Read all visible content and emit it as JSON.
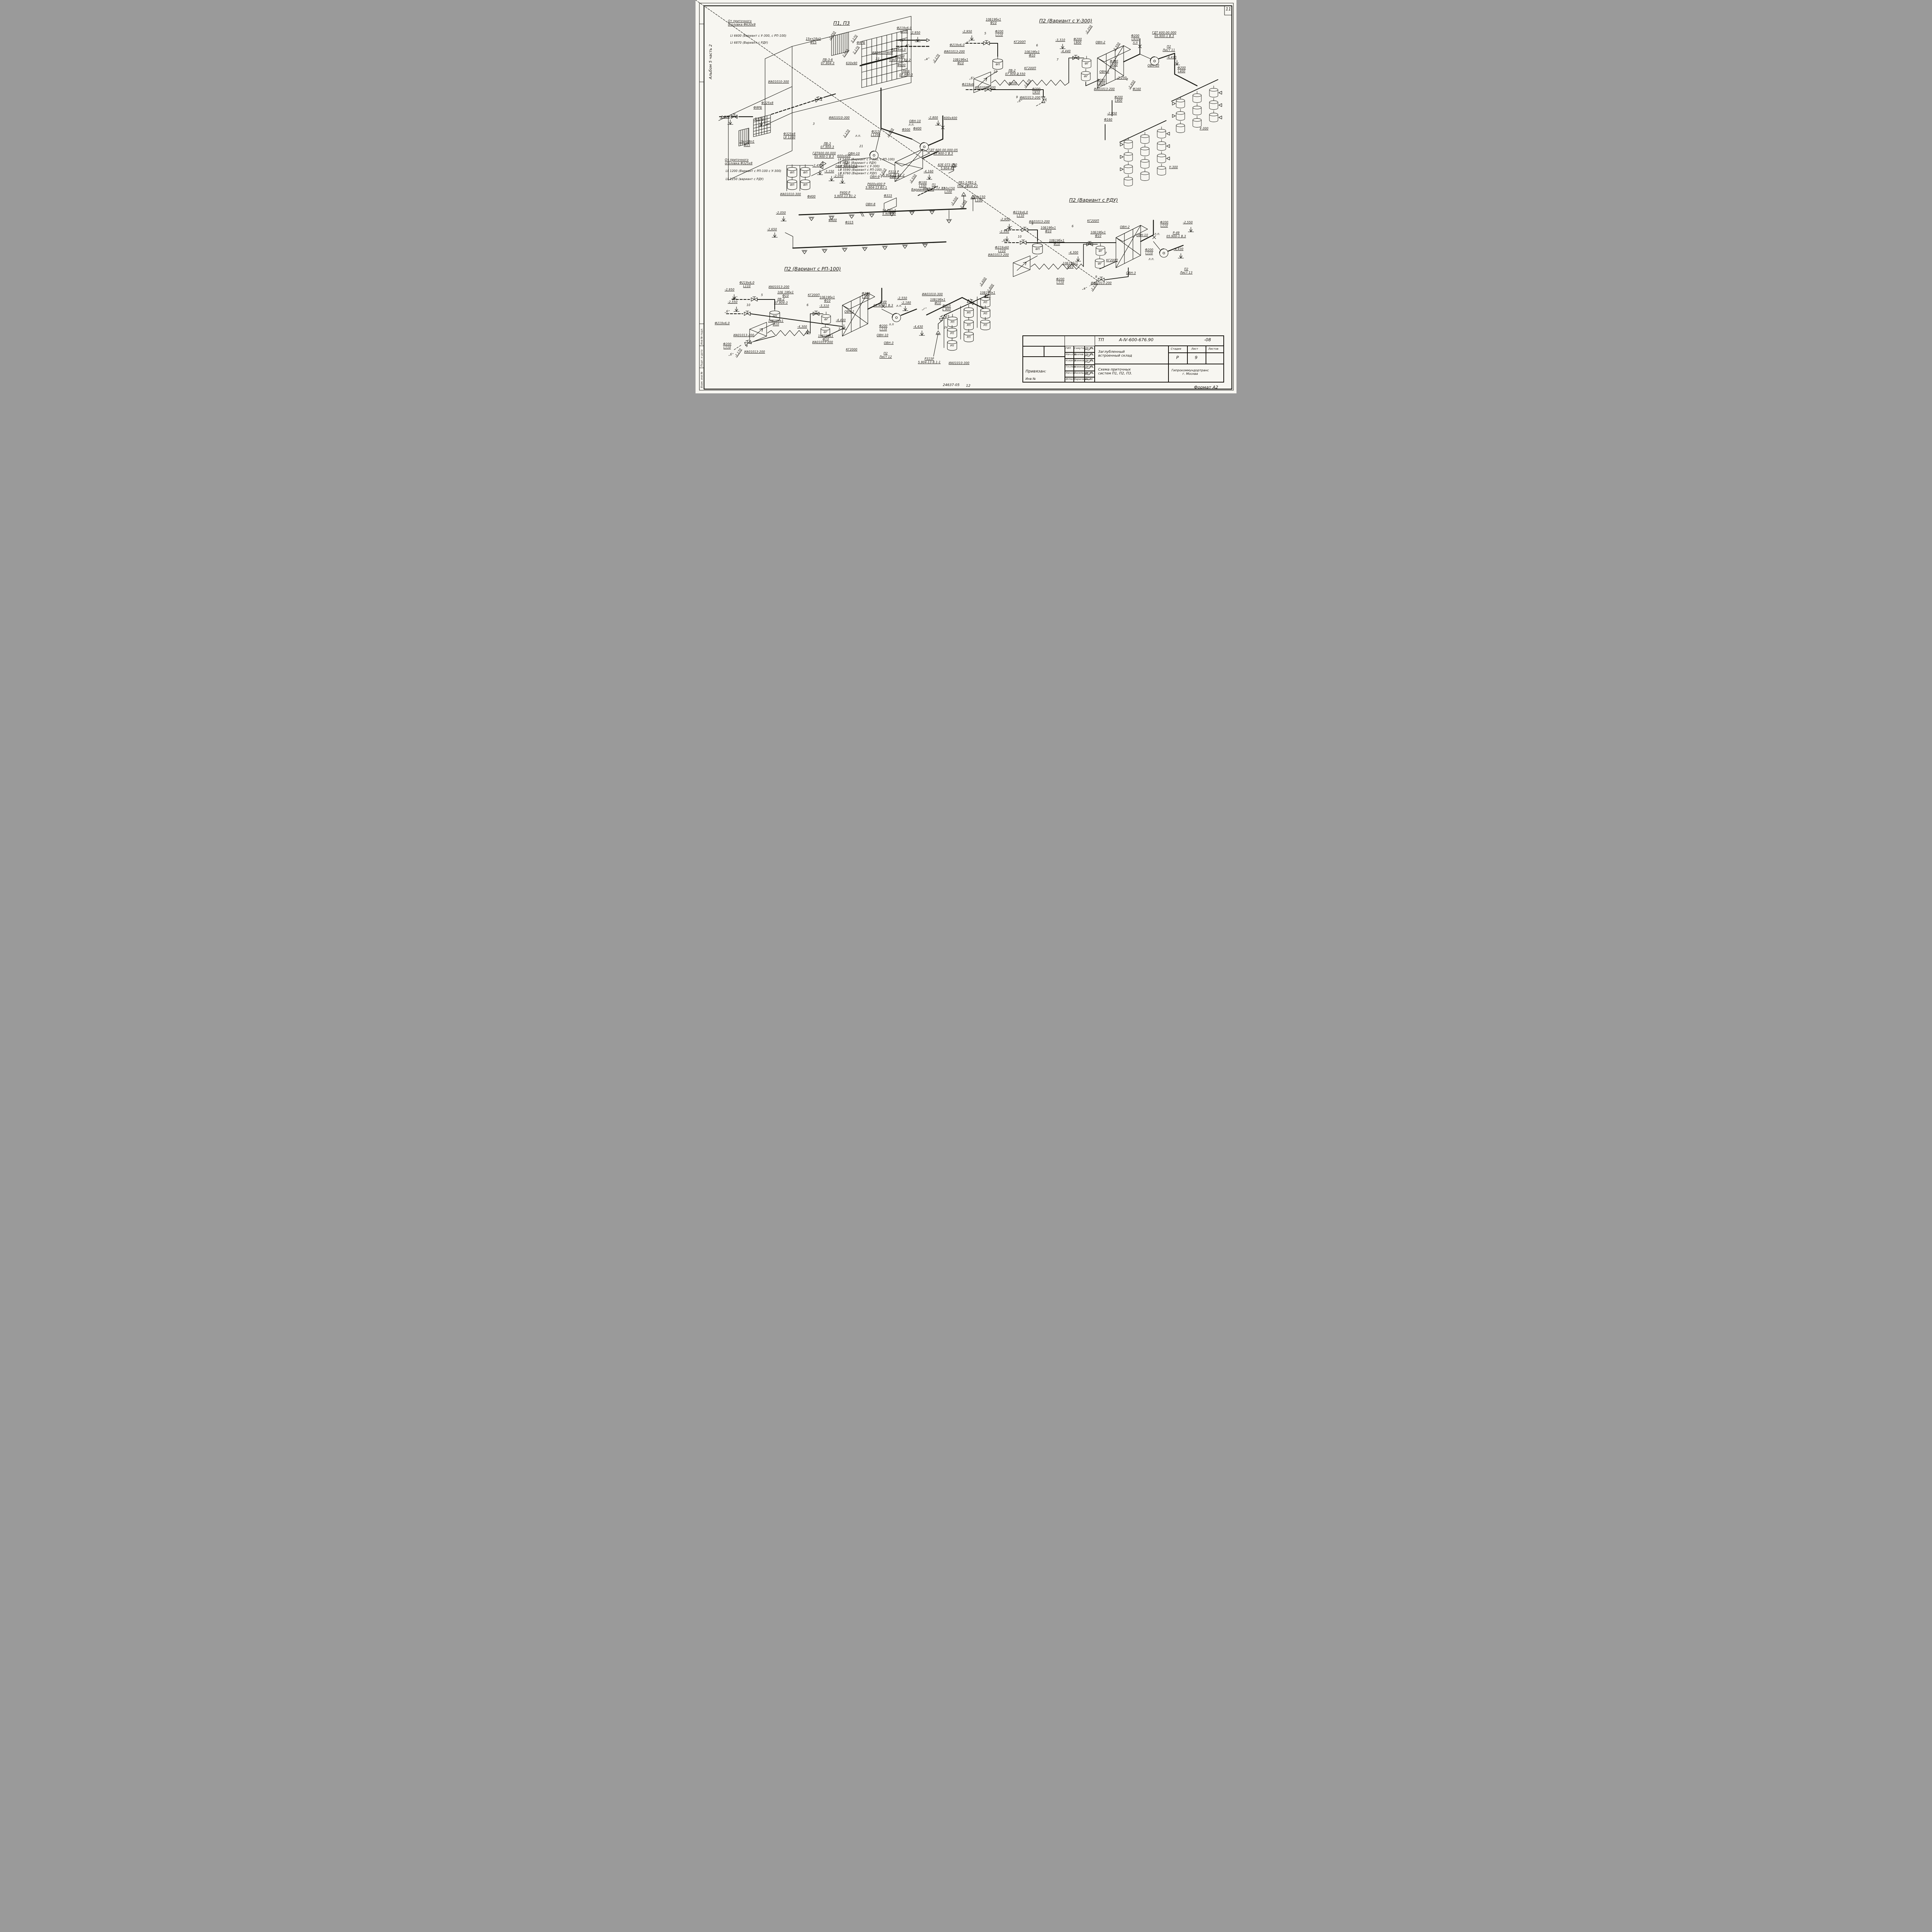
{
  "page": {
    "number": "11",
    "album": "Альбом 5 часть 2",
    "side_labels": [
      "Инв № подл.",
      "Подп. и дата",
      "Взам. инв №"
    ],
    "inv_label": "Инв №",
    "doc_no": "24637-05",
    "doc_no2": "12",
    "format_note": "Формат А2"
  },
  "sections": {
    "p13": {
      "title": "П1, П3"
    },
    "u300": {
      "title": "П2 (Вариант с У-300)"
    },
    "rdu": {
      "title": "П2 (Вариант с РДУ)"
    },
    "rp100": {
      "title": "П2 (Вариант с РП-100)"
    }
  },
  "equipment": {
    "fp": "ФП",
    "fg": "ФГ",
    "rp": "РП"
  },
  "labels": {
    "p13": [
      "От приточного\nоголовка Ф630х9",
      "LⅠ 6600 (Вариант с У-300, с РП-100)",
      "LⅠ 6870 (Вариант с РДУ)",
      "-2,850",
      "3,170",
      "15кч18п1\nФ15",
      "ФЯРБ",
      "Ф219х6,0\nL110",
      "-2,950",
      "„а“",
      "„б“",
      "Ф219х6,0",
      "2,010",
      "2,170",
      "ИА01010-600",
      "Р630Р\n5.904-13 В1.2",
      "22",
      "„в“",
      "-2,170",
      "630х90",
      "Ф630",
      "ЛВ-3-6\n07.904-3",
      "ЛВ-6\n07.904-3",
      "ИА01010-300",
      "Ф325х8",
      "ФЯРБ",
      "-2,800",
      "-2,650",
      "15кч18п1\nФ15",
      "Ф325х8\nLⅡ 1200",
      "3",
      "ИА01010-300",
      "2,170",
      "л.п.",
      "Ф315\nL1200",
      "-2,800",
      "Ф500",
      "ЛВ-3\n07.904-3",
      "21",
      "ГДТ600.00.000\n05.900-1 В.3",
      "ОВН-10",
      "л.п.",
      "-2,800",
      "600х400",
      "Ф400",
      "ГДТ 600.00.000-05\n05.900-1 В.3",
      "-4,160",
      "П1\nлист 11,12,13",
      "П3\nлист 11,12,13",
      "-2,450",
      "-3,150",
      "ОВН-10",
      "600х400",
      "ОВН-9",
      "ОВН-1",
      "Р600х400 Р\n5.904-13 В1-1",
      "LⅡ 5400 (Вариант с У-300, с РП-100)\nLⅡ 5620 (Вариант с РДУ)\nLⅢ 5690 (Вариант с У-300)\nLⅢ 5590 (Вариант с РП-100)\nLⅢ 6760 (Вариант с РДУ)",
      "-2,050",
      "-2,010",
      "Р315 Р\n5.904-13 В1-2",
      "Р400 Р\n5.904-13 В1-2",
      "Ф400",
      "Ф315",
      "ОВН-8",
      "14 РВ1-2\n5.904-50",
      "-2,050",
      "Ф400",
      "Ф315",
      "-2,650",
      "АЗЕ 073 000\n5.904-42",
      "-2,550",
      "Ф100\nL100\nВариант (РДУ)",
      "РВ1-1\nПом 21",
      "РВ1-1\nПом 23",
      "150х150\nL100",
      "150х150\nL100",
      "-2,550",
      "-2,550",
      "От приточного\nоголовка Ф325х8",
      "LⅡ 1200 (Вариант с РП-100 с У-300)",
      "LⅡ 1250 (вариант с РДУ)",
      "4",
      "ИА01010-300"
    ],
    "u300": [
      "10Б19бк1\nФ10",
      "-2,950",
      "5",
      "Ф200\nL110",
      "„а“",
      "Ф219х6,0",
      "ИА01013-200",
      "10Б19бк1\nФ10",
      "КГ200П",
      "6",
      "-3,310",
      "10Б19бк1\nФ10",
      "-4,440",
      "7",
      "КГ200П",
      "ЛВ-2\n07.904-3",
      "10",
      "„б“",
      "-2,550",
      "Ф219х6",
      "ИА01013-200",
      "Ф200",
      "-2,170",
      "Ф200\nL910",
      "9",
      "„б“",
      "ИА01013-200",
      "-2,250",
      "Ф200\nL800",
      "ОВН-2",
      "-2,550",
      "Ф200\nL910\nл.п",
      "ГДТ 600.00.000\n05.900-1 В.3",
      "П2\nЛист 11",
      "-4,430",
      "ОВН-10",
      "Ф200\nL910",
      "л.п",
      "ОВН-3",
      "Ф200\nL800",
      "-2,250",
      "8",
      "-2,950",
      "ИА01013-200",
      "Ф160",
      "Ф200\nL400",
      "Ф200\nL400",
      "-2,950",
      "Ф160",
      "У-300",
      "У-300"
    ],
    "rdu": [
      "Ф219х6,0\nL110",
      "-2,950",
      "„а“",
      "ИА01013-200",
      "10Б19бк1\nФ10",
      "-2,550",
      "5",
      "10",
      "„б“",
      "Ф219х60\nL110",
      "ИА01013-200",
      "КГ200П",
      "10Б19бк1\nФ10",
      "6",
      "10Б19бк1\nФ10",
      "-4,300",
      "10Б19бк1\nФ10",
      "7",
      "КГ200П",
      "ОВН-2",
      "Ф200\nL110",
      "-2,550",
      "ОВН-10",
      "л.п.",
      "Р-49\n05.900-1 В.3",
      "Ф200\nL110",
      "-4,430",
      "л.п.",
      "П2\nЛист 13",
      "ОВН-3",
      "Ф200\nL110",
      "9",
      "ИА01013-200",
      "„в“",
      "-2,170"
    ],
    "rp100": [
      "Ф219х6,0\nL110",
      "-2,950",
      "„а“",
      "ИА01013-200",
      "10Б 19бк1\nФ10",
      "ЛВ-2\n07.904-3",
      "-2,550",
      "10",
      "„б“",
      "5",
      "КГ200П",
      "10Б19бк1\nФ10",
      "Ф200\nL110",
      "-2,550",
      "Ф219х6,0",
      "10Б19бк1\nФ10",
      "ИА01013-200",
      "6",
      "-3,310",
      "-4,300",
      "ОВН-2",
      "Р-49\n05.900-1 В.3",
      "-2,180",
      "л.п.",
      "-4,400",
      "7",
      "10Б19бк1\nФ10",
      "ИА01013-200",
      "КГ2000",
      "Ф200\nL110",
      "ОВН-10",
      "л.п",
      "-4,430",
      "ОВН-3",
      "П2\nЛист 12",
      "Ф200\nL110",
      "„б“",
      "-2,170",
      "9",
      "ИА01013-200",
      "-2,600",
      "-2,800",
      "„г“",
      "8",
      "ИА01010-300",
      "10Б19бк1\nФ10",
      "10Б19бк1\nФ10",
      "Ф315\nL 900",
      "23",
      "24",
      "Р315Р\n5.904-13 В.1-1",
      "ИА01010-300"
    ]
  },
  "title_block": {
    "attach_label": "Привязан:",
    "code_org": "ТП",
    "code": "А-Ⅳ-600-676.90",
    "code_suffix": "-08",
    "staff": [
      [
        "ГИП",
        "Самутов"
      ],
      [
        "Нач.отд",
        "Козлов"
      ],
      [
        "Н.контр",
        "Усенков"
      ],
      [
        "Гл.спец",
        "Усенков"
      ],
      [
        "Нач.гр.",
        "Васильева"
      ],
      [
        "Исполн.",
        "Тарасова"
      ]
    ],
    "date": "06.90",
    "object_name": "Заглубленный\nвстроенный склад",
    "stage_label": "Стадия",
    "sheet_label": "Лист",
    "sheets_label": "Листов",
    "stage": "Р",
    "sheet": "9",
    "drawing_title": "Схема приточных\nсистем П1, П2, П3.",
    "org": "Гипрокоммундортранс\nг. Москва"
  }
}
